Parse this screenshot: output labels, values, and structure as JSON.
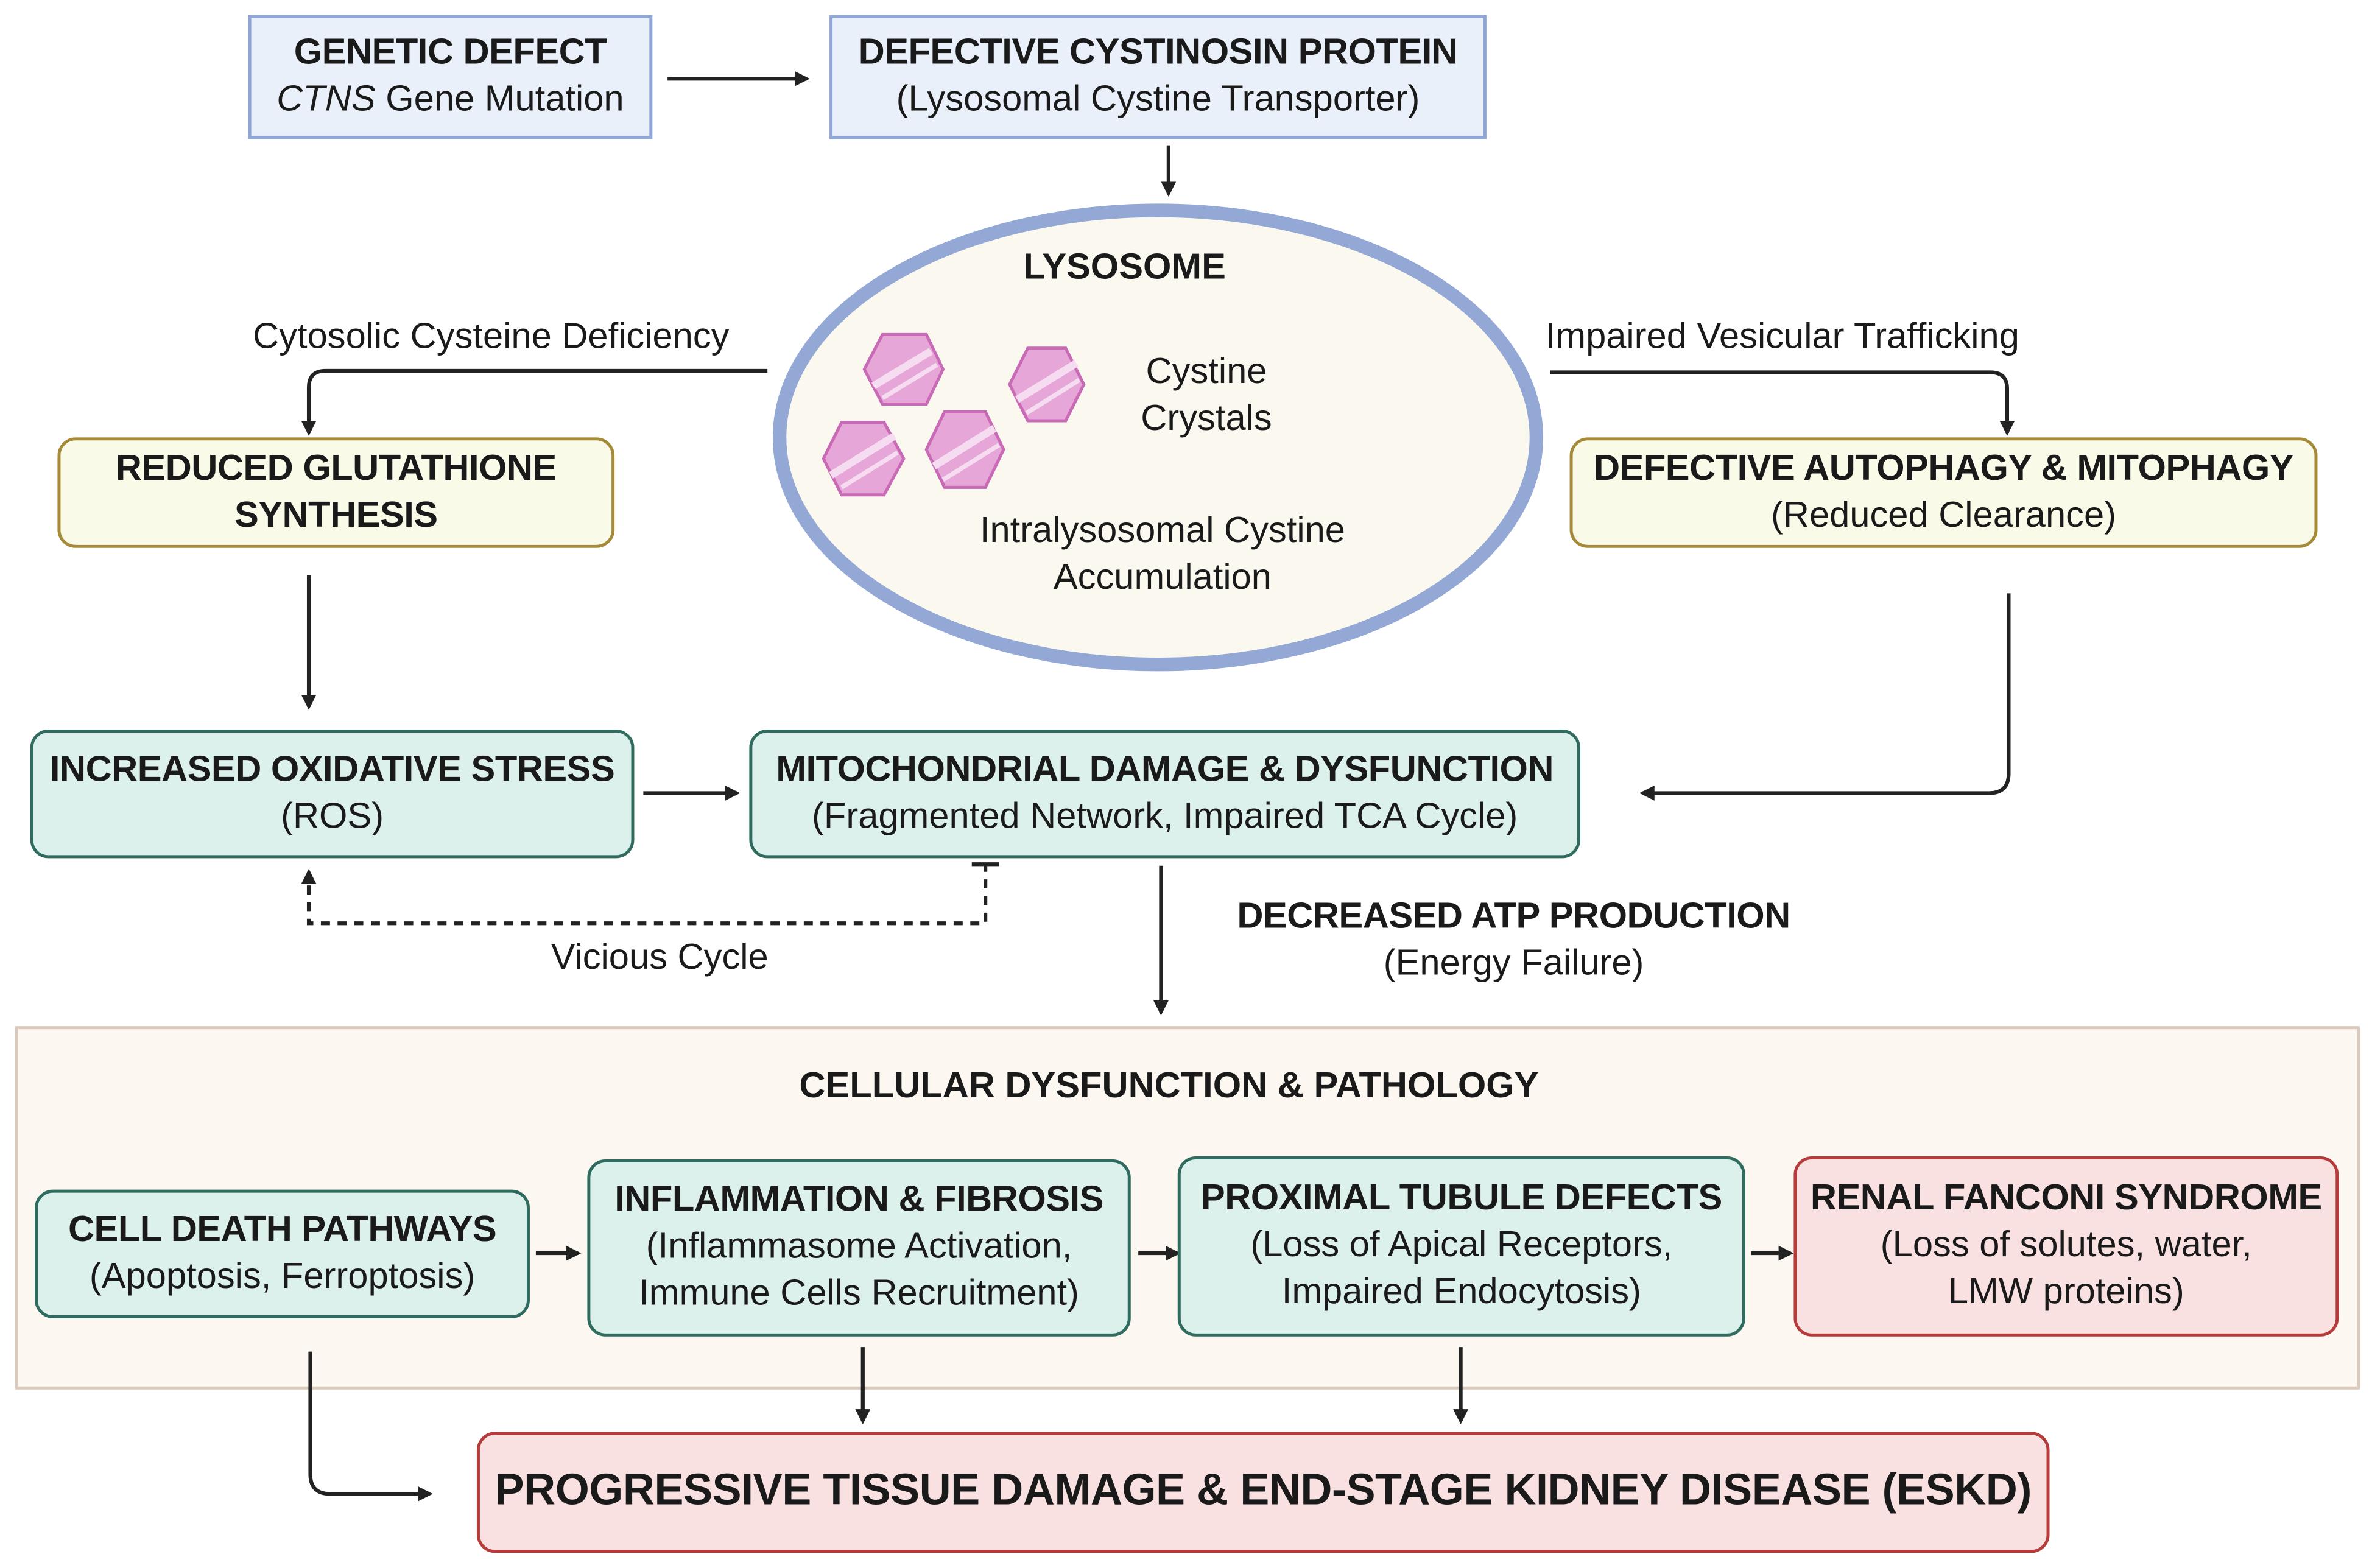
{
  "genetic_defect": {
    "title": "GENETIC DEFECT",
    "gene": "CTNS",
    "gene_suffix": " Gene Mutation"
  },
  "cystinosin": {
    "title": "DEFECTIVE CYSTINOSIN PROTEIN",
    "subtitle": "(Lysosomal Cystine Transporter)"
  },
  "lysosome": {
    "title": "LYSOSOME",
    "crystals_line1": "Cystine",
    "crystals_line2": "Crystals",
    "accum_line1": "Intralysosomal Cystine",
    "accum_line2": "Accumulation"
  },
  "left_branch_label": "Cytosolic Cysteine Deficiency",
  "right_branch_label": "Impaired Vesicular Trafficking",
  "glutathione": {
    "line1": "REDUCED GLUTATHIONE",
    "line2": "SYNTHESIS"
  },
  "autophagy": {
    "title": "DEFECTIVE AUTOPHAGY & MITOPHAGY",
    "subtitle": "(Reduced Clearance)"
  },
  "oxidative": {
    "title": "INCREASED OXIDATIVE STRESS",
    "subtitle": "(ROS)"
  },
  "mito": {
    "title": "MITOCHONDRIAL DAMAGE & DYSFUNCTION",
    "subtitle": "(Fragmented Network, Impaired TCA Cycle)"
  },
  "vicious_cycle": "Vicious Cycle",
  "atp": {
    "title": "DECREASED ATP PRODUCTION",
    "subtitle": "(Energy Failure)"
  },
  "panel_title": "CELLULAR DYSFUNCTION & PATHOLOGY",
  "cell_death": {
    "title": "CELL DEATH PATHWAYS",
    "subtitle": "(Apoptosis, Ferroptosis)"
  },
  "inflammation": {
    "title": "INFLAMMATION & FIBROSIS",
    "line2": "(Inflammasome Activation,",
    "line3": "Immune Cells Recruitment)"
  },
  "proximal": {
    "title": "PROXIMAL TUBULE DEFECTS",
    "line2": "(Loss of Apical Receptors,",
    "line3": "Impaired Endocytosis)"
  },
  "fanconi": {
    "title": "RENAL FANCONI SYNDROME",
    "line2": "(Loss of solutes, water,",
    "line3": "LMW proteins)"
  },
  "eskd": {
    "title": "PROGRESSIVE TISSUE DAMAGE & END-STAGE KIDNEY DISEASE (ESKD)"
  },
  "colors": {
    "blue_fill": "#e9f0fa",
    "blue_border": "#8fa7d6",
    "yellow_fill": "#fafae8",
    "yellow_border": "#a58a3a",
    "teal_fill": "#dcf0ec",
    "teal_border": "#2f6b5e",
    "red_fill": "#f9e1e1",
    "red_border": "#b63b3b",
    "lysosome_fill": "#fbf9ef",
    "lysosome_membrane": "#94a8d6",
    "crystal": "#e7a6d8"
  }
}
